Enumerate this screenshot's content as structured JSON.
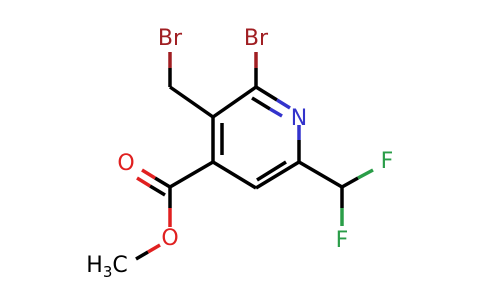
{
  "molecule": {
    "atoms": {
      "br_methyl": {
        "symbol": "Br",
        "color": "#a01e22"
      },
      "br_ring": {
        "symbol": "Br",
        "color": "#a01e22"
      },
      "n_ring": {
        "symbol": "N",
        "color": "#3333cc"
      },
      "o_carbonyl": {
        "symbol": "O",
        "color": "#e02020"
      },
      "o_ester": {
        "symbol": "O",
        "color": "#e02020"
      },
      "f_top": {
        "symbol": "F",
        "color": "#2a9d48"
      },
      "f_bottom": {
        "symbol": "F",
        "color": "#2a9d48"
      },
      "methyl": {
        "symbol": "H",
        "subscript": "3",
        "suffix": "C",
        "color": "#000000"
      }
    },
    "bond_color": "#000000"
  }
}
